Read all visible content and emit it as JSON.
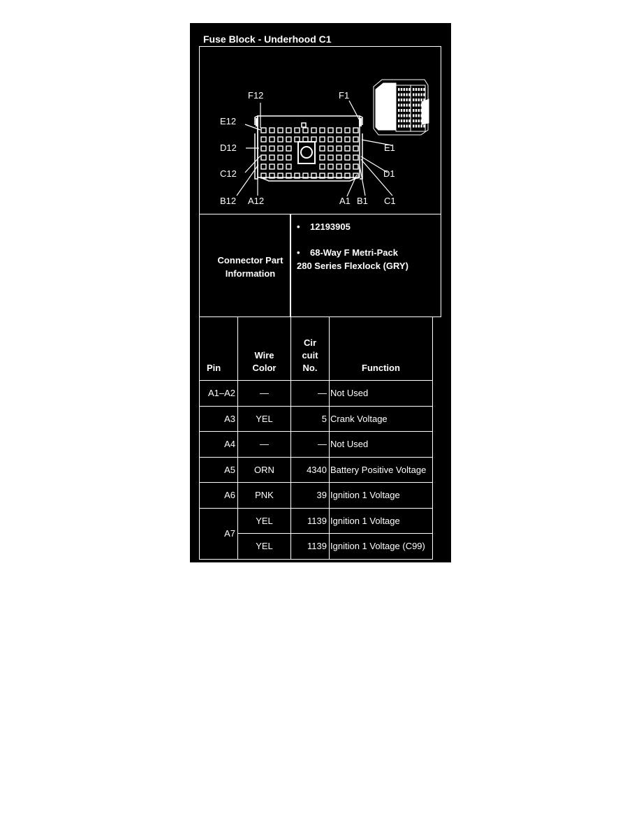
{
  "title": "Fuse Block - Underhood C1",
  "diagram": {
    "pin_labels": {
      "f12": "F12",
      "f1": "F1",
      "e12": "E12",
      "e1": "E1",
      "d12": "D12",
      "d1": "D1",
      "c12": "C12",
      "c1": "C1",
      "b12": "B12",
      "b1": "B1",
      "a12": "A12",
      "a1": "A1"
    }
  },
  "connector_info": {
    "label_line1": "Connector Part",
    "label_line2": "Information",
    "bullet": "•",
    "part_number": "12193905",
    "description_line1": "68-Way F Metri-Pack",
    "description_line2": "280 Series Flexlock (GRY)"
  },
  "table": {
    "headers": {
      "pin": "Pin",
      "wire_color_line1": "Wire",
      "wire_color_line2": "Color",
      "circuit_line1": "Cir",
      "circuit_line2": "cuit",
      "circuit_line3": "No.",
      "function": "Function"
    },
    "rows": [
      {
        "pin": "A1–A2",
        "wire": "—",
        "circuit": "—",
        "function": "Not Used"
      },
      {
        "pin": "A3",
        "wire": "YEL",
        "circuit": "5",
        "function": "Crank Voltage"
      },
      {
        "pin": "A4",
        "wire": "—",
        "circuit": "—",
        "function": "Not Used"
      },
      {
        "pin": "A5",
        "wire": "ORN",
        "circuit": "4340",
        "function": "Battery Positive Voltage"
      },
      {
        "pin": "A6",
        "wire": "PNK",
        "circuit": "39",
        "function": "Ignition 1 Voltage"
      },
      {
        "pin": "A7",
        "wire": "YEL",
        "circuit": "1139",
        "function": "Ignition 1 Voltage"
      },
      {
        "pin": "",
        "wire": "YEL",
        "circuit": "1139",
        "function": "Ignition 1 Voltage (C99)"
      }
    ]
  }
}
